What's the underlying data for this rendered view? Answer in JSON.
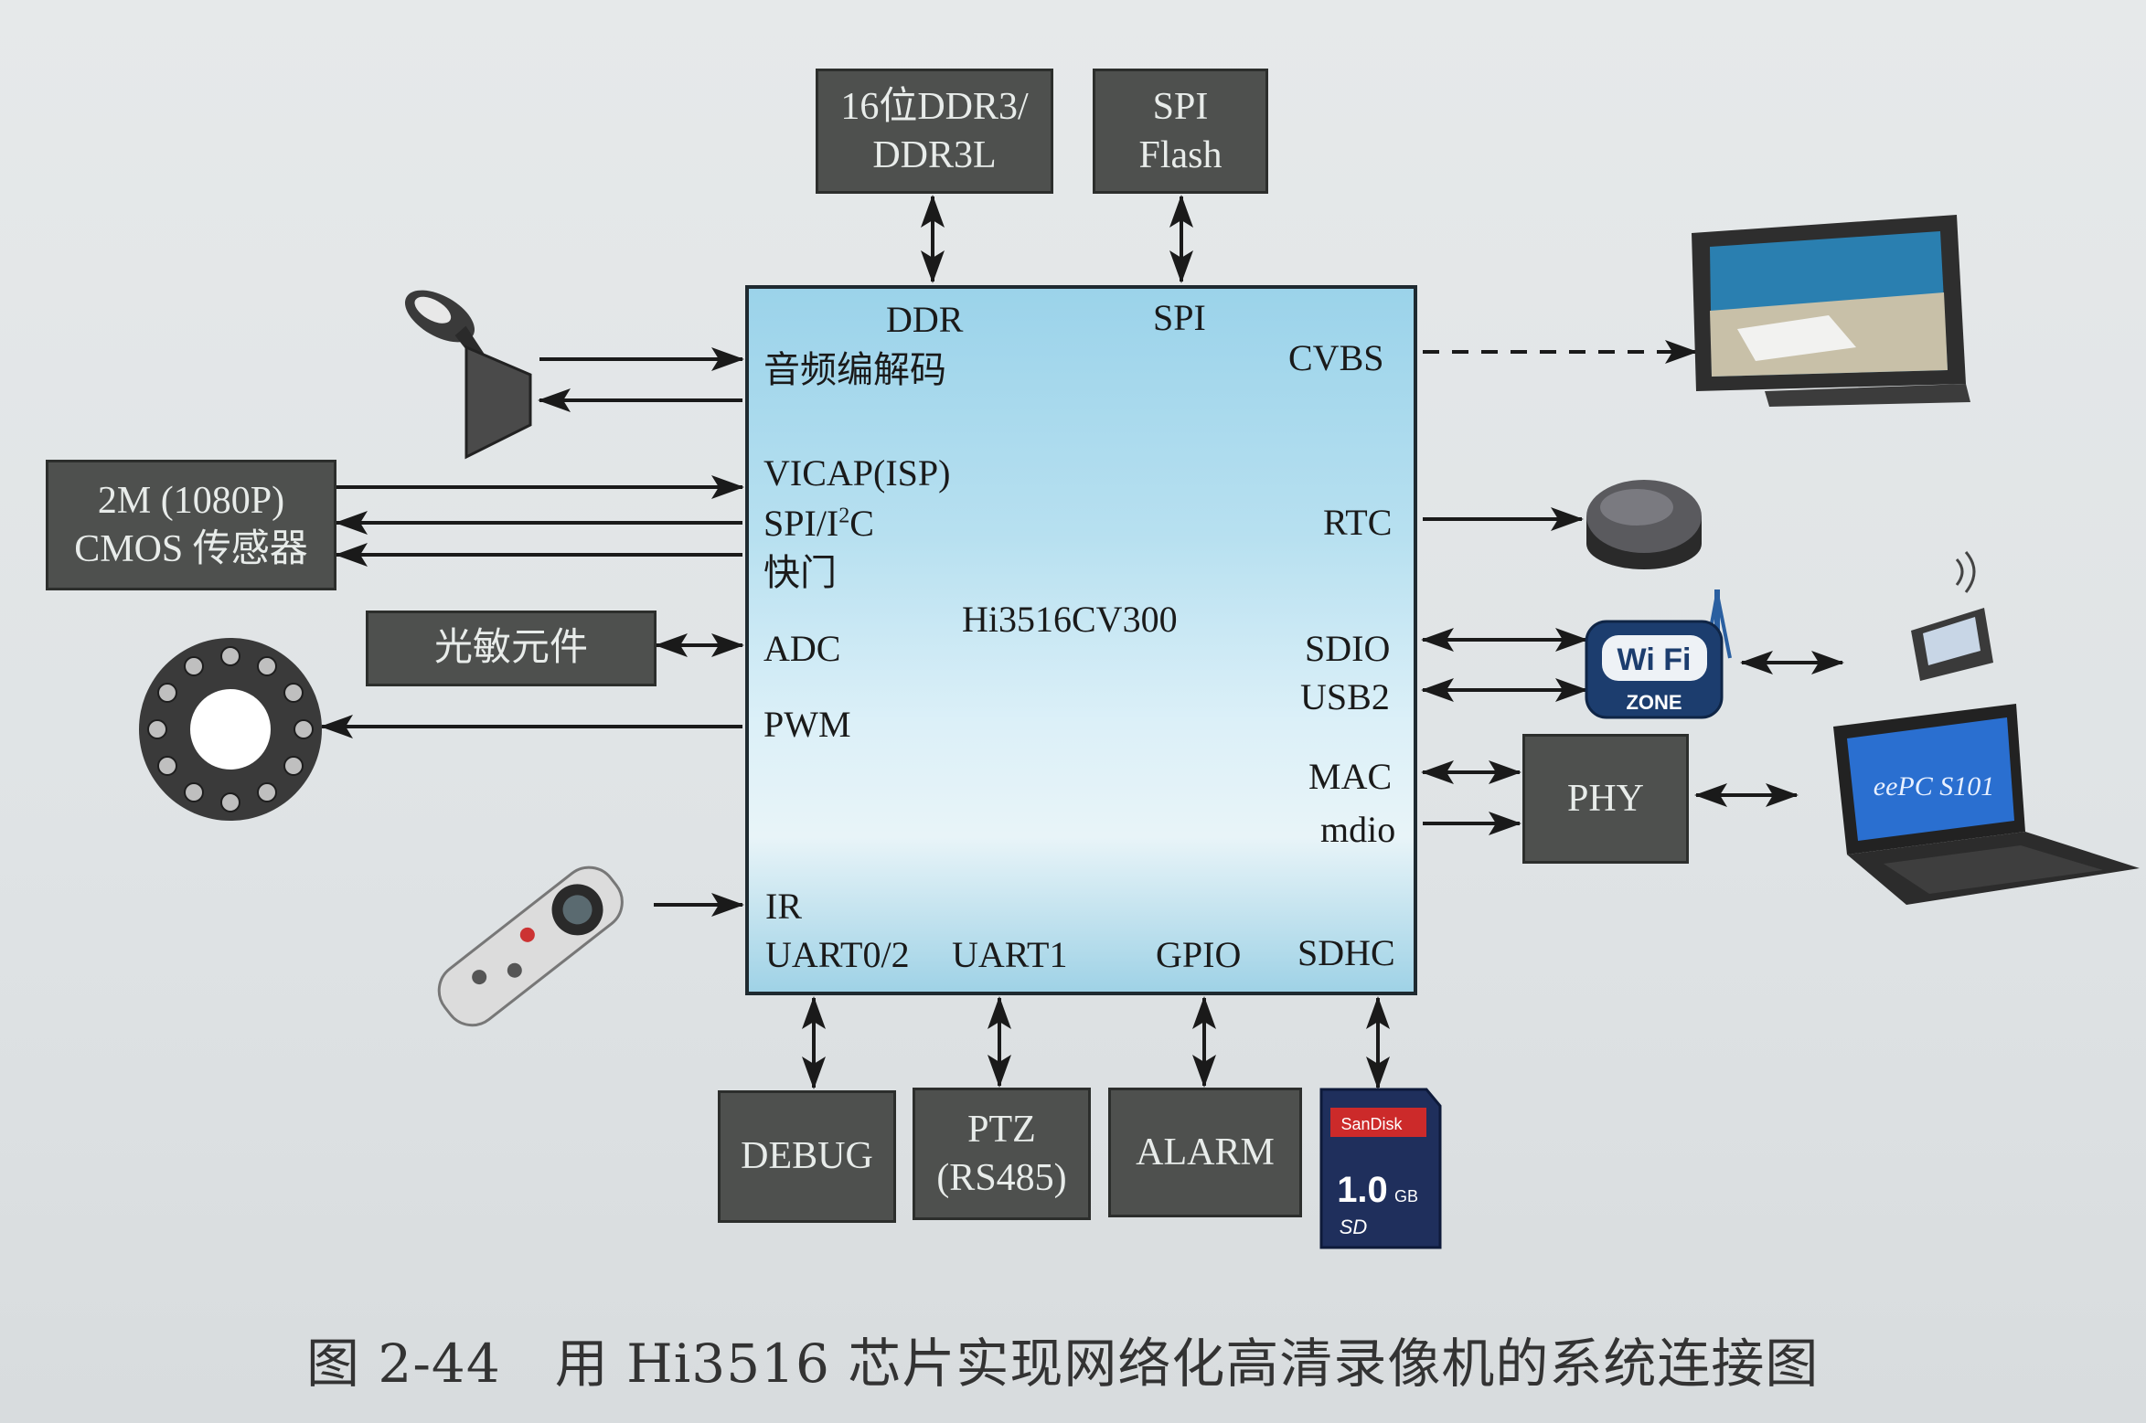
{
  "chip": {
    "name": "Hi3516CV300",
    "pins": {
      "ddr": "DDR",
      "spi": "SPI",
      "audio": "音频编解码",
      "cvbs": "CVBS",
      "vicap": "VICAP(ISP)",
      "spi_i2c_prefix": "SPI/I",
      "spi_i2c_sup": "2",
      "spi_i2c_suffix": "C",
      "shutter": "快门",
      "rtc": "RTC",
      "adc": "ADC",
      "sdio": "SDIO",
      "usb2": "USB2",
      "pwm": "PWM",
      "mac": "MAC",
      "mdio": "mdio",
      "ir": "IR",
      "uart02": "UART0/2",
      "uart1": "UART1",
      "gpio": "GPIO",
      "sdhc": "SDHC"
    }
  },
  "boxes": {
    "ddr_line1": "16位DDR3/",
    "ddr_line2": "DDR3L",
    "flash_line1": "SPI",
    "flash_line2": "Flash",
    "cmos_line1": "2M (1080P)",
    "cmos_line2": "CMOS 传感器",
    "light_sensor": "光敏元件",
    "phy": "PHY",
    "debug": "DEBUG",
    "ptz_line1": "PTZ",
    "ptz_line2": "(RS485)",
    "alarm": "ALARM"
  },
  "images": {
    "wifi_text": "Wi Fi",
    "wifi_zone": "ZONE",
    "sd_brand": "SanDisk",
    "sd_capacity": "1.0",
    "sd_unit": "GB",
    "sd_logo": "SD",
    "laptop_text": "eePC S101"
  },
  "caption": "图 2-44　用 Hi3516 芯片实现网络化高清录像机的系统连接图",
  "colors": {
    "box_fill": "#4e504e",
    "chip_fill_top": "#9bd3ea",
    "chip_fill_mid": "#e8f4f8",
    "background": "#e4e7e8"
  }
}
